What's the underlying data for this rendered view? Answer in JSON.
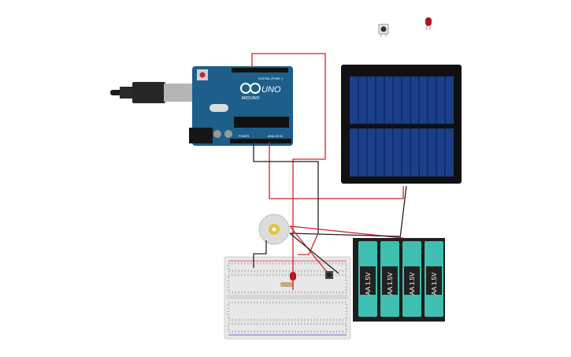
{
  "circuit": {
    "arduino": {
      "brand": "ARDUINO",
      "model": "UNO",
      "header_top": "DIGITAL (PWM~)",
      "header_power": "POWER",
      "header_analog": "ANALOG IN",
      "body_color": "#1d5f8a"
    },
    "battery_pack": {
      "cells": [
        "AA 1.5V",
        "AA 1.5V",
        "AA 1.5V",
        "AA 1.5V"
      ],
      "cell_color": "#3fbfb1"
    },
    "solar_panel": {
      "frame_color": "#111111",
      "cell_color": "#1b3f88"
    },
    "wire_colors": {
      "red": "#d0202a",
      "black": "#222222"
    }
  }
}
